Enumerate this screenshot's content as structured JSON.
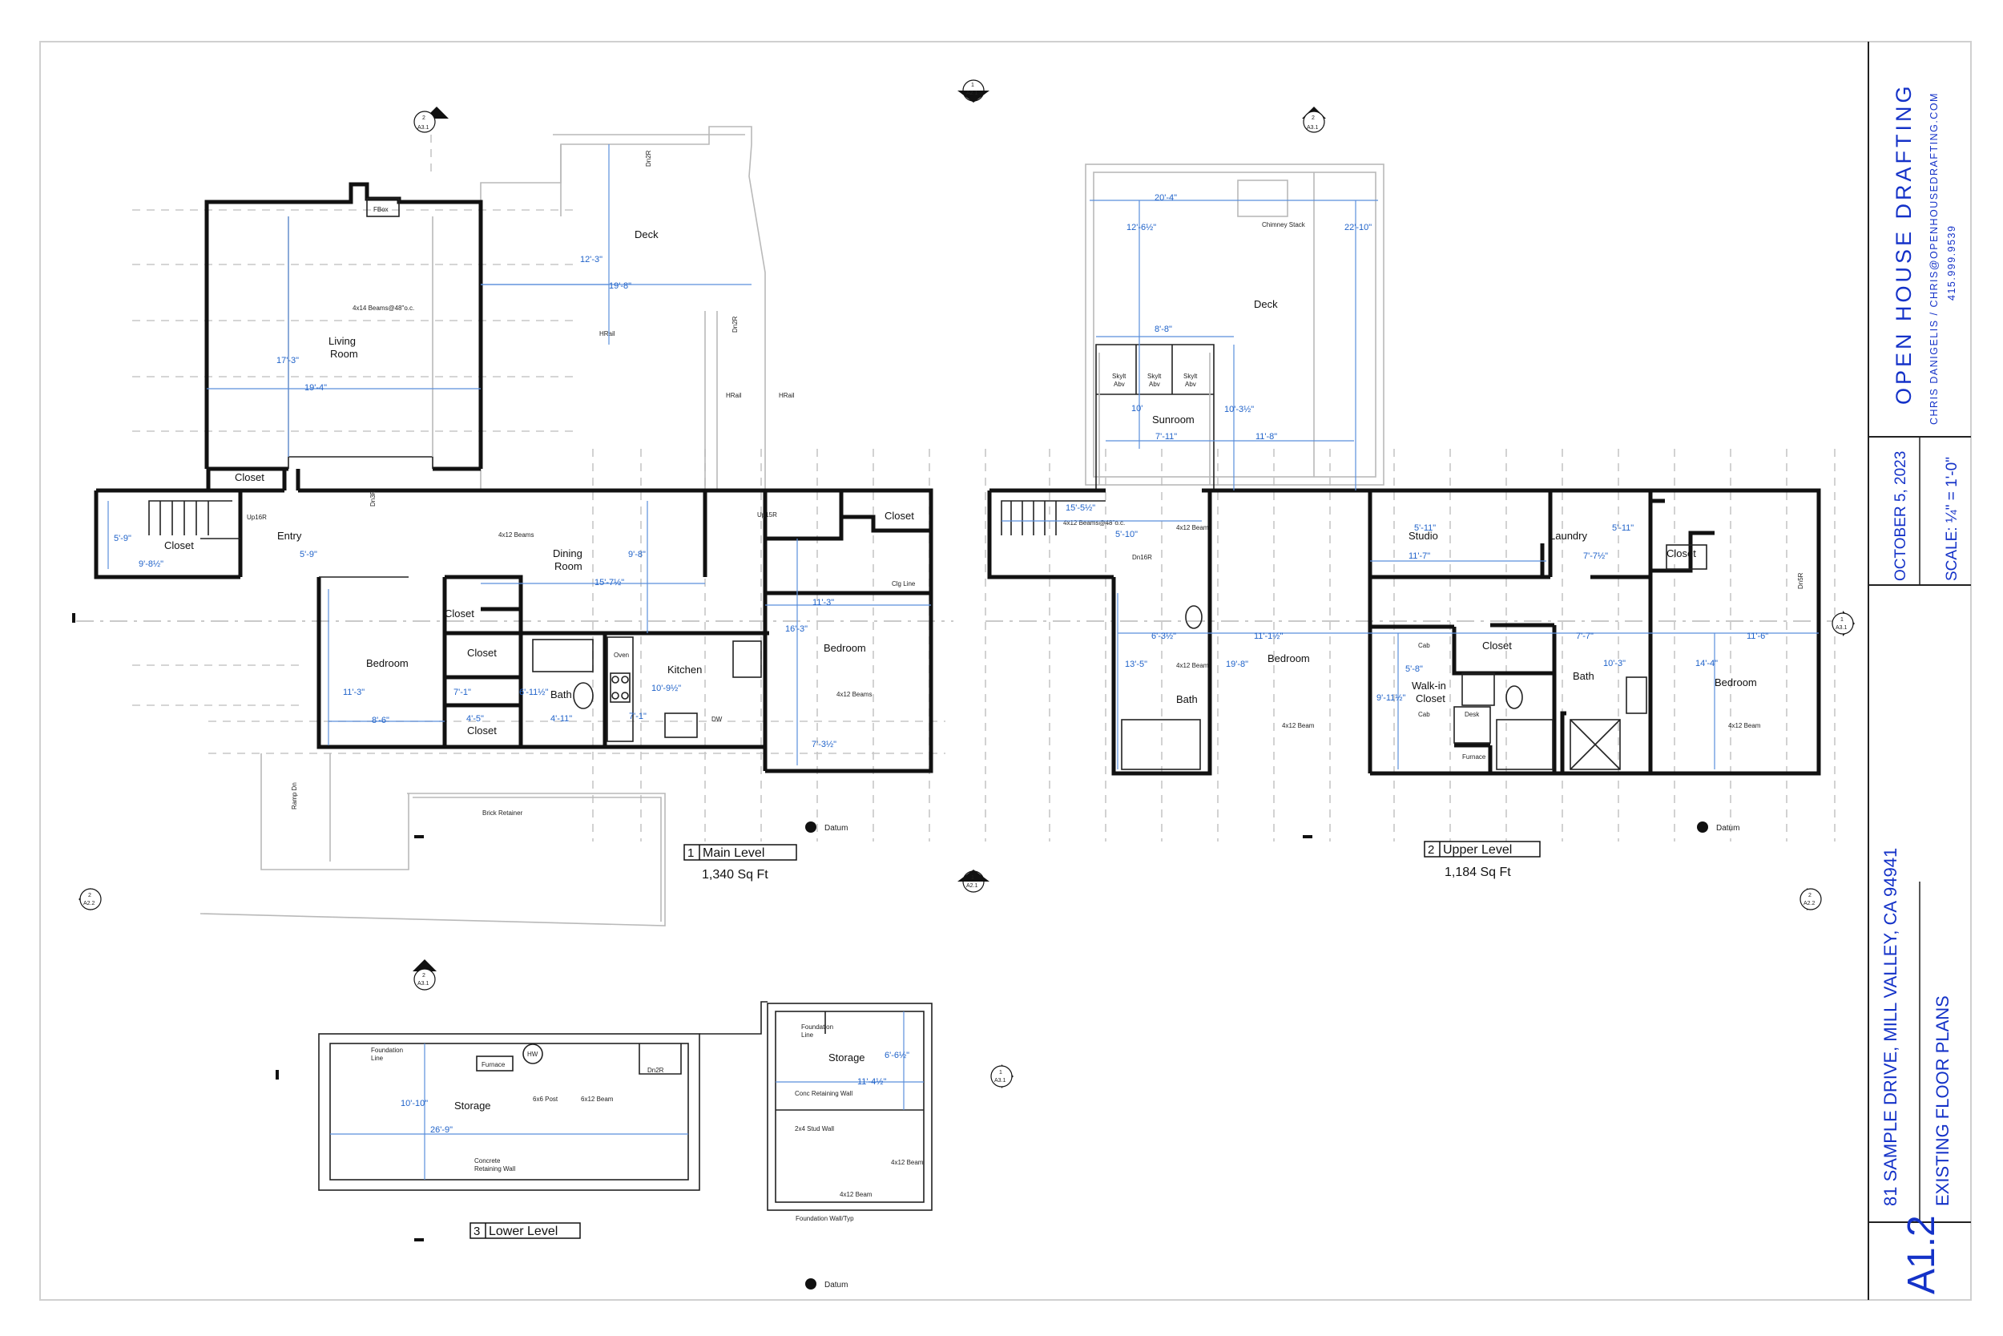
{
  "title_block": {
    "firm": "OPEN HOUSE DRAFTING",
    "contact": "CHRIS DANIGELIS / CHRIS@OPENHOUSEDRAFTING.COM",
    "phone": "415.999.9539",
    "date": "OCTOBER 5, 2023",
    "scale": "SCALE: ¼\" = 1'-0\"",
    "address": "81 SAMPLE DRIVE, MILL VALLEY, CA 94941",
    "sheet_title": "EXISTING FLOOR PLANS",
    "sheet_number": "A1.2"
  },
  "plans": {
    "main": {
      "num": "1",
      "name": "Main Level",
      "area": "1,340 Sq Ft"
    },
    "upper": {
      "num": "2",
      "name": "Upper Level",
      "area": "1,184 Sq Ft"
    },
    "lower": {
      "num": "3",
      "name": "Lower Level"
    }
  },
  "main_rooms": {
    "deck": "Deck",
    "living": "Living",
    "room": "Room",
    "closet1": "Closet",
    "closet2": "Closet",
    "entry": "Entry",
    "dining": "Dining",
    "dining2": "Room",
    "kitchen": "Kitchen",
    "bedroom1": "Bedroom",
    "bedroom2": "Bedroom",
    "closet3": "Closet",
    "closet4": "Closet",
    "closet5": "Closet",
    "bath": "Bath",
    "closet6": "Closet"
  },
  "main_notes": {
    "fbox": "FBox",
    "beams14": "4x14 Beams@48\"o.c.",
    "hrail1": "HRail",
    "hrail2": "HRail",
    "hrail3": "HRail",
    "dn2r_a": "Dn2R",
    "dn2r_b": "Dn2R",
    "dn3r": "Dn3R",
    "up16r": "Up16R",
    "up15r": "Up15R",
    "beams12": "4x12 Beams",
    "clg": "Clg Line",
    "oven": "Oven",
    "dw": "DW",
    "beams12b": "4x12 Beams",
    "ramp": "Ramp Dn",
    "brick": "Brick Retainer",
    "datum": "Datum"
  },
  "main_dims": {
    "d1": "12'-3\"",
    "d2": "19'-8\"",
    "d3": "17'-3\"",
    "d4": "19'-4\"",
    "d5": "5'-9\"",
    "d6": "9'-8½\"",
    "d7": "5'-9\"",
    "d8": "9'-8\"",
    "d9": "15'-7½\"",
    "d10": "11'-3\"",
    "d11": "16'-3\"",
    "d12": "11'-3\"",
    "d13": "8'-6\"",
    "d14": "7'-1\"",
    "d15": "4'-5\"",
    "d16": "6'-11½\"",
    "d17": "4'-11\"",
    "d18": "10'-9½\"",
    "d19": "7'-1\"",
    "d20": "7'-3½\""
  },
  "upper_rooms": {
    "deck": "Deck",
    "sunroom": "Sunroom",
    "studio": "Studio",
    "laundry": "Laundry",
    "closet1": "Closet",
    "bedroom1": "Bedroom",
    "walkin": "Walk-in",
    "walkin2": "Closet",
    "closet2": "Closet",
    "bath1": "Bath",
    "bath2": "Bath",
    "bedroom2": "Bedroom"
  },
  "upper_notes": {
    "chimney": "Chimney Stack",
    "sky": "Skylt",
    "abv": "Abv",
    "beams48": "4x12 Beams@48\"o.c.",
    "beam_a": "4x12 Beam",
    "beam_b": "4x12 Beam",
    "beam_c": "4x12 Beam",
    "beam_d": "4x12 Beam",
    "dn16r": "Dn16R",
    "dn5r": "Dn5R",
    "cab1": "Cab",
    "cab2": "Cab",
    "desk": "Desk",
    "furnace": "Furnace",
    "datum": "Datum"
  },
  "upper_dims": {
    "d1": "20'-4\"",
    "d2": "12'-6½\"",
    "d3": "22'-10\"",
    "d4": "8'-8\"",
    "d5": "10'",
    "d6": "10'-3½\"",
    "d7": "7'-11\"",
    "d8": "11'-8\"",
    "d9": "15'-5½\"",
    "d10": "5'-10\"",
    "d11": "5'-11\"",
    "d12": "11'-7\"",
    "d13": "5'-11\"",
    "d14": "7'-7½\"",
    "d15": "6'-3½\"",
    "d16": "11'-1½\"",
    "d17": "13'-5\"",
    "d18": "19'-8\"",
    "d19": "5'-8\"",
    "d20": "9'-11½\"",
    "d21": "7'-7\"",
    "d22": "10'-3\"",
    "d23": "11'-6\"",
    "d24": "14'-4\""
  },
  "lower_rooms": {
    "storage1": "Storage",
    "storage2": "Storage"
  },
  "lower_notes": {
    "found1": "Foundation",
    "found1b": "Line",
    "furnace": "Furnace",
    "hw": "HW",
    "post": "6x6 Post",
    "beam1": "6x12 Beam",
    "dn2r": "Dn2R",
    "concrete": "Concrete",
    "retaining": "Retaining Wall",
    "found2": "Foundation",
    "found2b": "Line",
    "conc_ret": "Conc Retaining Wall",
    "stud": "2x4 Stud Wall",
    "beam2": "4x12 Beam",
    "beam3": "4x12 Beam",
    "foundwall": "Foundation Wall/Typ",
    "datum": "Datum"
  },
  "lower_dims": {
    "d1": "10'-10\"",
    "d2": "26'-9\"",
    "d3": "6'-6½\"",
    "d4": "11'-4½\""
  },
  "markers": {
    "sec2": "2",
    "sec1": "1",
    "a31": "A3.1",
    "a22": "A2.2",
    "a21": "A2.1",
    "a32": "A2.2"
  }
}
